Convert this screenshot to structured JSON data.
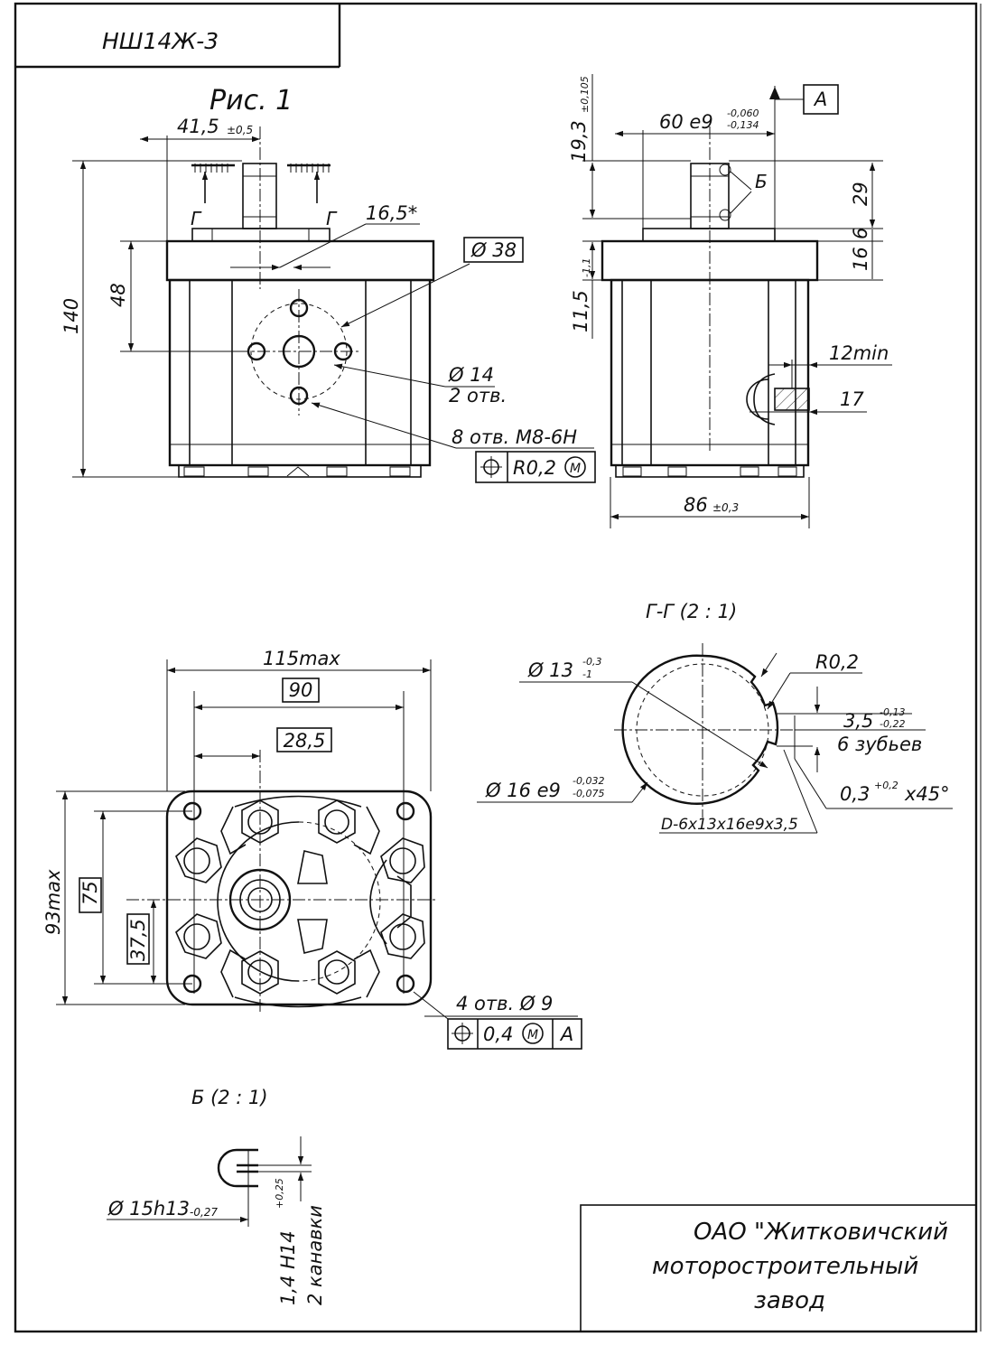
{
  "title_block": {
    "designation": "НШ14Ж-3"
  },
  "stamp": {
    "line1": "ОАО \"Житковичский",
    "line2": "моторостроительный",
    "line3": "завод"
  },
  "figure_label": "Рис. 1",
  "front_view": {
    "dim_41_5": "41,5",
    "dim_41_5_tol": "±0,5",
    "dim_16_5": "16,5*",
    "dim_140": "140",
    "dim_48": "48",
    "section_mark": "Г",
    "dia_38": "Ø 38",
    "dia_14": "Ø 14",
    "holes_2": "2 отв.",
    "holes_8": "8 отв. M8-6H",
    "pos_tol_symbol": "⌖",
    "pos_tol_value": "R0,2",
    "pos_tol_mod": "M"
  },
  "side_view": {
    "dim_19_3": "19,3",
    "dim_19_3_tol": "±0,105",
    "dim_60": "60 e9",
    "dim_60_tol_up": "-0,060",
    "dim_60_tol_lo": "-0,134",
    "datum": "A",
    "detail_mark": "Б",
    "dim_29": "29",
    "dim_16": "16",
    "dim_6": "6",
    "dim_11_5": "11,5",
    "dim_11_5_tol": "-1,1",
    "dim_12min": "12min",
    "dim_17": "17",
    "dim_86": "86",
    "dim_86_tol": "±0,3"
  },
  "section_gg": {
    "title": "Г-Г  (2 : 1)",
    "dia_13": "Ø 13",
    "dia_13_tol_up": "-0,3",
    "dia_13_tol_lo": "-1",
    "r02": "R0,2",
    "dim_3_5": "3,5",
    "dim_3_5_tol_up": "-0,13",
    "dim_3_5_tol_lo": "-0,22",
    "teeth": "6 зубьев",
    "dia_16": "Ø 16 e9",
    "dia_16_tol_up": "-0,032",
    "dia_16_tol_lo": "-0,075",
    "chamfer": "0,3",
    "chamfer_tol": "+0,2",
    "chamfer_angle": "x45°",
    "spline": "D-6x13x16e9x3,5"
  },
  "bottom_view": {
    "dim_115": "115max",
    "dim_90": "90",
    "dim_28_5": "28,5",
    "dim_93": "93max",
    "dim_75": "75",
    "dim_37_5": "37,5",
    "holes_4": "4 отв.  Ø 9",
    "pos_tol_symbol": "⌖",
    "pos_tol_value": "0,4",
    "pos_tol_mod": "M",
    "pos_tol_datum": "A"
  },
  "detail_b": {
    "title": "Б  (2 : 1)",
    "dia_15": "Ø 15h13",
    "dia_15_tol": "-0,27",
    "groove": "1,4 H14",
    "groove_tol": "+0,25",
    "grooves": "2 канавки"
  }
}
